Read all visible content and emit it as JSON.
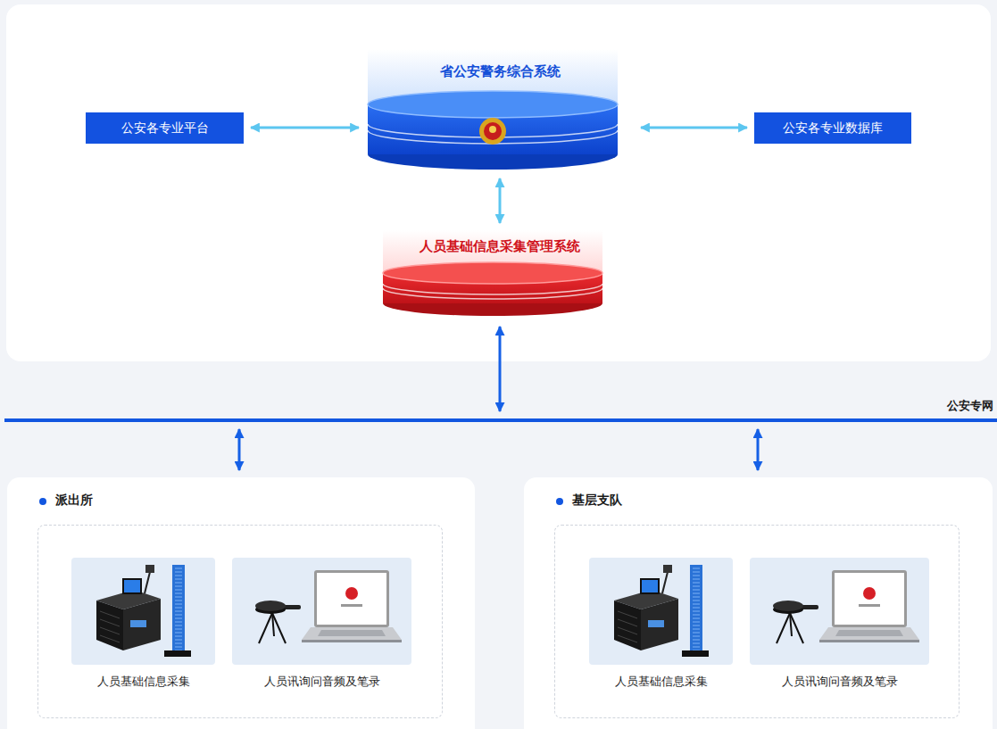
{
  "diagram": {
    "nodes": [
      {
        "text": [
          "公安各专业平台"
        ]
      },
      {
        "text": [
          "省公安警务综合系统"
        ]
      },
      {
        "text": [
          "公安各专业数据库"
        ]
      },
      {
        "text": [
          "人员基础信息采集管理系统"
        ]
      },
      {
        "text": [
          "公安专网"
        ]
      },
      {
        "text": [
          "派出所"
        ]
      },
      {
        "text": [
          "人员基础信息采集"
        ],
        "in": 5
      },
      {
        "text": [
          "人员讯询问音频及笔录"
        ],
        "in": 5
      },
      {
        "text": [
          "基层支队"
        ]
      },
      {
        "text": [
          "人员基础信息采集"
        ],
        "in": 8
      },
      {
        "text": [
          "人员讯询问音频及笔录"
        ],
        "in": 8
      }
    ],
    "edges": [
      {
        "from": 0,
        "to": 1,
        "arrow": "both"
      },
      {
        "from": 1,
        "to": 2,
        "arrow": "both"
      },
      {
        "from": 1,
        "to": 3,
        "arrow": "both"
      },
      {
        "from": 3,
        "to": 4,
        "arrow": "both"
      },
      {
        "from": 4,
        "to": 5,
        "arrow": "both"
      },
      {
        "from": 4,
        "to": 8,
        "arrow": "both"
      }
    ]
  }
}
